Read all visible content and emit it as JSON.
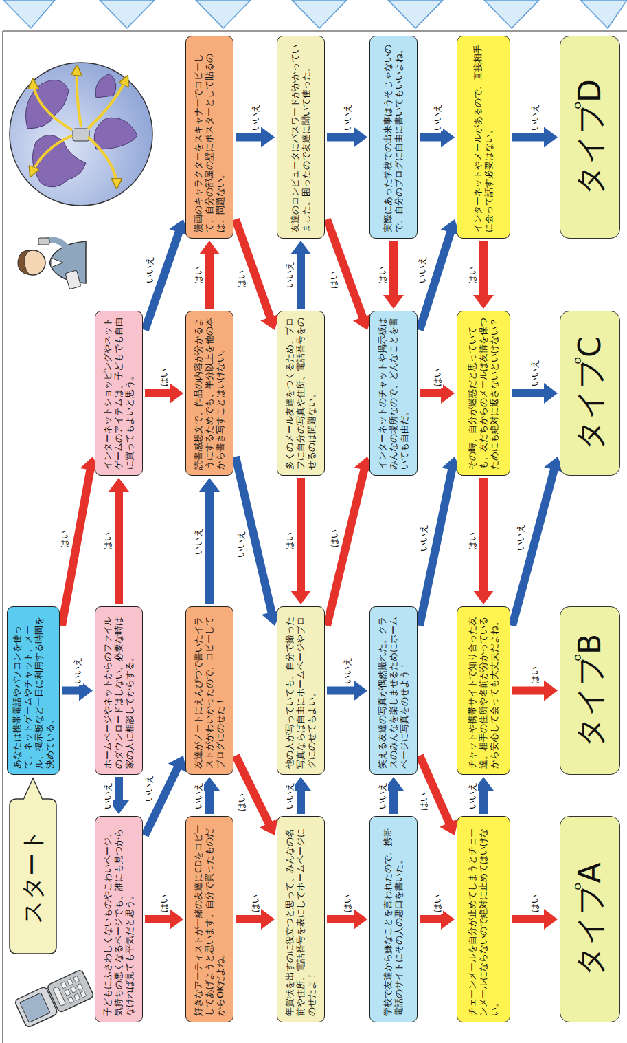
{
  "diagram": {
    "nodes": [
      {
        "text": [
          "スタート"
        ]
      },
      {
        "text": [
          "あなたは携帯電話やパソコンを使って、ネットゲームやチャット、メール、掲示板など一日に利用する時間を決めている。"
        ]
      },
      {
        "text": [
          "子どもにふさわしくないものやこわいページ、気持ちの悪くなるページでも、誰にも見つからなければ見ても平気だと思う。"
        ]
      },
      {
        "text": [
          "ホームページやネットからのファイルのダウンロードはしない。必要な時は家の人に相談してからする。"
        ]
      },
      {
        "text": [
          "インターネットショッピングやネットゲームのアイテムは、子どもでも自由に買ってもよいと思う。"
        ]
      },
      {
        "text": [
          "好きなアーティストが一緒の友達にCDをコピーしてあげようと思います。自分で買ったものだからOKだよね。"
        ]
      },
      {
        "text": [
          "友達がノートにえんぴつで書いたイラストがかわいかったので、コピーしてブログにのせた！"
        ]
      },
      {
        "text": [
          "読書感想文で、作品の内容が分かるようにするためでも、半分以上を他の本から書き写すことはいけない。"
        ]
      },
      {
        "text": [
          "漫画のキャラクターをスキャナーでコピーして、自分の部屋の壁にポスターとして貼るのは、問題ない。"
        ]
      },
      {
        "text": [
          "年賀状を出すのに役立つと思って、みんなの名前や住所、電話番号を表にしてホームページにのせたよ！"
        ]
      },
      {
        "text": [
          "他の人が写っていても、自分で撮った写真ならば自由にホームページやブログにのせてもよい。"
        ]
      },
      {
        "text": [
          "多くのメール友達をつくるため、プロフに自分の写真や住所、電話番号をのせるのは問題ない。"
        ]
      },
      {
        "text": [
          "友達のコンピュータにパスワードがかかっていました。困ったので友達に聞いて使った。"
        ]
      },
      {
        "text": [
          "学校で友達から嫌なことを言われたので、携帯電話のサイトにその人の悪口を書いた。"
        ]
      },
      {
        "text": [
          "笑える友達の写真が偶然撮れた。クラスのみんなを楽しませるためにホームページに写真をのせよう！"
        ]
      },
      {
        "text": [
          "インターネットのチャットや掲示板はみんなの場所なので、どんなことを書いても自由だ。"
        ]
      },
      {
        "text": [
          "実際にあった学校での出来事はうそじゃないので、自分のブログに自由に書いてもいいよね。"
        ]
      },
      {
        "text": [
          "チェーンメールを自分が止めてしまうとチェーンメールにならないので絶対に止めてはいけない。"
        ]
      },
      {
        "text": [
          "チャットや携帯サイトで知り合った友達。相手の住所や名前が分かっているから安心して会っても大丈夫だよね。"
        ]
      },
      {
        "text": [
          "その時、自分が迷惑だと思っていても、友だちからのメールは友情を保つためにも絶対に返さないといけない？"
        ]
      },
      {
        "text": [
          "インターネットやメールがあるので、直接相手に会って話す必要はない。"
        ]
      },
      {
        "text": [
          "タイプA"
        ]
      },
      {
        "text": [
          "タイプB"
        ]
      },
      {
        "text": [
          "タイプC"
        ]
      },
      {
        "text": [
          "タイプD"
        ]
      }
    ],
    "edges": [
      {
        "from": 1,
        "to": 3,
        "label": "いいえ",
        "arrow": "to"
      },
      {
        "from": 1,
        "to": 4,
        "label": "はい",
        "arrow": "to"
      },
      {
        "from": 3,
        "to": 2,
        "label": "いいえ",
        "arrow": "to"
      },
      {
        "from": 3,
        "to": 4,
        "label": "はい",
        "arrow": "to"
      },
      {
        "from": 2,
        "to": 5,
        "label": "はい",
        "arrow": "to"
      },
      {
        "from": 2,
        "to": 6,
        "label": "いいえ",
        "arrow": "to"
      },
      {
        "from": 4,
        "to": 7,
        "label": "はい",
        "arrow": "to"
      },
      {
        "from": 4,
        "to": 8,
        "label": "いいえ",
        "arrow": "to"
      },
      {
        "from": 5,
        "to": 9,
        "label": "はい",
        "arrow": "to"
      },
      {
        "from": 5,
        "to": 6,
        "label": "いいえ",
        "arrow": "to"
      },
      {
        "from": 6,
        "to": 9,
        "label": "はい",
        "arrow": "to"
      },
      {
        "from": 6,
        "to": 7,
        "label": "いいえ",
        "arrow": "to"
      },
      {
        "from": 7,
        "to": 8,
        "label": "はい",
        "arrow": "to"
      },
      {
        "from": 7,
        "to": 10,
        "label": "いいえ",
        "arrow": "to"
      },
      {
        "from": 8,
        "to": 11,
        "label": "はい",
        "arrow": "to"
      },
      {
        "from": 8,
        "to": 12,
        "label": "いいえ",
        "arrow": "to"
      },
      {
        "from": 9,
        "to": 13,
        "label": "はい",
        "arrow": "to"
      },
      {
        "from": 9,
        "to": 10,
        "label": "いいえ",
        "arrow": "to"
      },
      {
        "from": 10,
        "to": 15,
        "label": "はい",
        "arrow": "to"
      },
      {
        "from": 10,
        "to": 14,
        "label": "いいえ",
        "arrow": "to"
      },
      {
        "from": 11,
        "to": 10,
        "label": "はい",
        "arrow": "to"
      },
      {
        "from": 11,
        "to": 12,
        "label": "いいえ",
        "arrow": "to"
      },
      {
        "from": 12,
        "to": 15,
        "label": "はい",
        "arrow": "to"
      },
      {
        "from": 12,
        "to": 16,
        "label": "いいえ",
        "arrow": "to"
      },
      {
        "from": 13,
        "to": 17,
        "label": "はい",
        "arrow": "to"
      },
      {
        "from": 13,
        "to": 14,
        "label": "いいえ",
        "arrow": "to"
      },
      {
        "from": 14,
        "to": 17,
        "label": "はい",
        "arrow": "to"
      },
      {
        "from": 14,
        "to": 19,
        "label": "いいえ",
        "arrow": "to"
      },
      {
        "from": 15,
        "to": 19,
        "label": "はい",
        "arrow": "to"
      },
      {
        "from": 15,
        "to": 20,
        "label": "いいえ",
        "arrow": "to"
      },
      {
        "from": 16,
        "to": 15,
        "label": "はい",
        "arrow": "to"
      },
      {
        "from": 16,
        "to": 20,
        "label": "いいえ",
        "arrow": "to"
      },
      {
        "from": 17,
        "to": 21,
        "label": "はい",
        "arrow": "to"
      },
      {
        "from": 17,
        "to": 18,
        "label": "いいえ",
        "arrow": "to"
      },
      {
        "from": 18,
        "to": 22,
        "label": "はい",
        "arrow": "to"
      },
      {
        "from": 18,
        "to": 23,
        "label": "いいえ",
        "arrow": "to"
      },
      {
        "from": 19,
        "to": 18,
        "label": "はい",
        "arrow": "to"
      },
      {
        "from": 19,
        "to": 23,
        "label": "いいえ",
        "arrow": "to"
      },
      {
        "from": 20,
        "to": 19,
        "label": "はい",
        "arrow": "to"
      },
      {
        "from": 20,
        "to": 24,
        "label": "いいえ",
        "arrow": "to"
      }
    ]
  }
}
